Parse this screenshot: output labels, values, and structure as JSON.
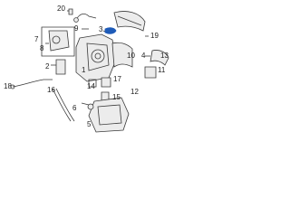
{
  "diagram": {
    "colors": {
      "line": "#3a3a3a",
      "part_fill": "#ececec",
      "highlight": "#1e5bb8",
      "background": "#ffffff"
    },
    "callouts": {
      "c20": "20",
      "c9": "9",
      "c3": "3",
      "c19": "19",
      "c7": "7",
      "c8": "8",
      "c2": "2",
      "c1": "1",
      "c10": "10",
      "c4": "4",
      "c18": "18",
      "c13": "13",
      "c11": "11",
      "c17": "17",
      "c15": "15",
      "c14": "14",
      "c16": "16",
      "c12": "12",
      "c6": "6",
      "c5": "5"
    }
  }
}
